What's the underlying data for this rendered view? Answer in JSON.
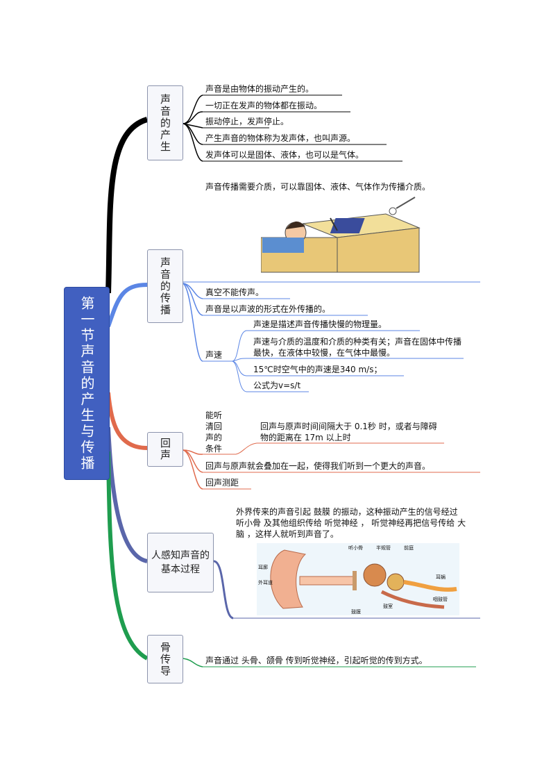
{
  "root": {
    "title": "第一节声音的产生与传播"
  },
  "branches": {
    "production": {
      "label": "声音的产生",
      "items": [
        "声音是由物体的振动产生的。",
        "一切正在发声的物体都在振动。",
        "振动停止，发声停止。",
        "产生声音的物体称为发声体，也叫声源。",
        "发声体可以是固体、液体，也可以是气体。"
      ]
    },
    "propagation": {
      "label": "声音的传播",
      "medium_note": "声音传播需要介质，可以靠固体、液体、气体作为传播介质。",
      "items": [
        "真空不能传声。",
        "声音是以声波的形式在外传播的。"
      ],
      "speed": {
        "label": "声速",
        "items": [
          "声速是描述声音传播快慢的物理量。",
          "声速与介质的温度和介质的种类有关；声音在固体中传播最快，在液体中较慢，在气体中最慢。",
          "15℃时空气中的声速是340 m/s；",
          "公式为v=s/t"
        ]
      }
    },
    "echo": {
      "label": "回声",
      "condition_label": "能听清回声的条件",
      "condition_text": "回声与原声时间间隔大于 0.1秒 时，或者与障碍物的距离在 17m 以上时",
      "items": [
        "回声与原声就会叠加在一起，使得我们听到一个更大的声音。",
        "回声测距"
      ]
    },
    "hearing": {
      "label": "人感知声音的基本过程",
      "text": "外界传来的声音引起 鼓膜 的振动，这种振动产生的信号经过 听小骨 及其他组织传给 听觉神经 ， 听觉神经再把信号传给 大脑 ，这样人就听到声音了。",
      "ear_labels": {
        "ossicles": "听小骨",
        "canal": "半规管",
        "cochlea": "前庭",
        "auricle": "耳廓",
        "ext_canal": "外耳道",
        "nerve": "耳蜗",
        "eustachian": "咽鼓管",
        "eardrum": "鼓膜",
        "tympanic": "鼓室"
      }
    },
    "bone": {
      "label": "骨传导",
      "items": [
        "声音通过 头骨、颌骨 传到听觉神经，引起听觉的传到方式。"
      ]
    }
  },
  "colors": {
    "root": "#4160c0",
    "production": "#000000",
    "propagation": "#5b86e5",
    "echo": "#e06a4c",
    "hearing": "#5a66aa",
    "bone": "#1f9d4f"
  }
}
